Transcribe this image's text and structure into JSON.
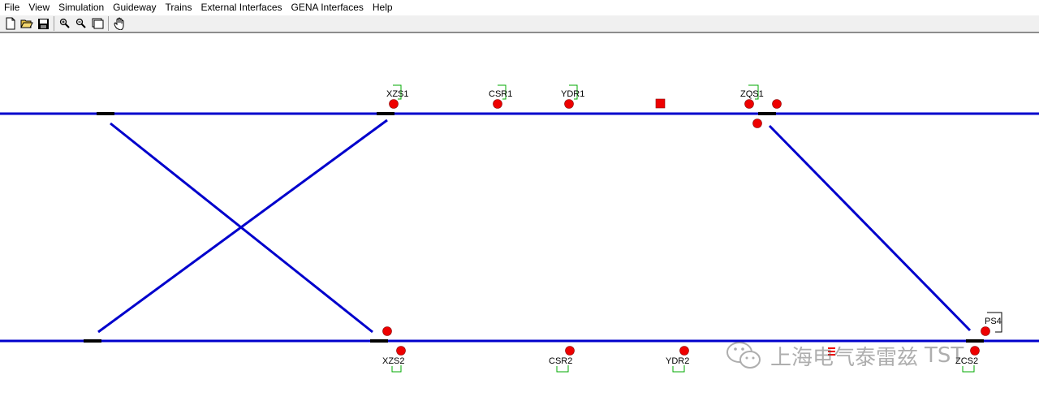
{
  "menu": [
    "File",
    "View",
    "Simulation",
    "Guideway",
    "Trains",
    "External Interfaces",
    "GENA Interfaces",
    "Help"
  ],
  "toolbar": {
    "icons": [
      "new-file-icon",
      "open-folder-icon",
      "save-icon",
      "zoom-in-icon",
      "zoom-out-icon",
      "window-icon",
      "pan-hand-icon"
    ]
  },
  "colors": {
    "track": "#0000cc",
    "signal": "#ee0000",
    "signal_bracket": "#00aa00",
    "switch_point": "#000000"
  },
  "signals": {
    "xzs1": "XZS1",
    "csr1": "CSR1",
    "ydr1": "YDR1",
    "zqs1": "ZQS1",
    "xzs2": "XZS2",
    "csr2": "CSR2",
    "ydr2": "YDR2",
    "zcs2": "ZCS2",
    "ps4": "PS4"
  },
  "watermark": {
    "text": "上海电气泰雷兹",
    "suffix": "TST"
  }
}
